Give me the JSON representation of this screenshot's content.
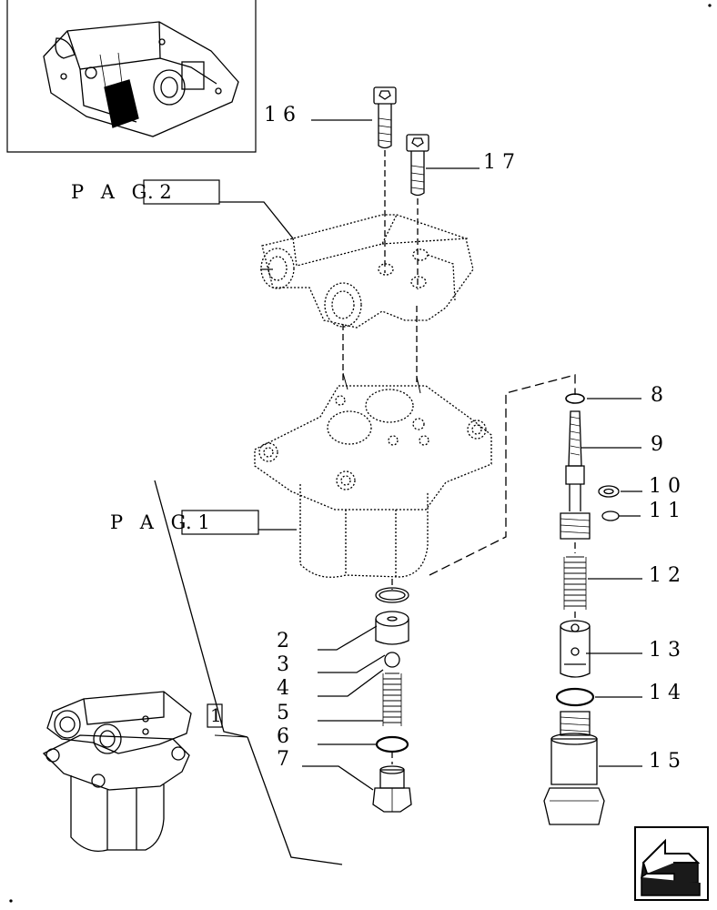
{
  "references": {
    "pag2": {
      "prefix": "P A G",
      "box": ".  2"
    },
    "pag1": {
      "prefix": "P A G",
      "box": ".    1"
    },
    "kit": "1"
  },
  "parts": [
    {
      "id": "2",
      "label": "2"
    },
    {
      "id": "3",
      "label": "3"
    },
    {
      "id": "4",
      "label": "4"
    },
    {
      "id": "5",
      "label": "5"
    },
    {
      "id": "6",
      "label": "6"
    },
    {
      "id": "7",
      "label": "7"
    },
    {
      "id": "8",
      "label": "8"
    },
    {
      "id": "9",
      "label": "9"
    },
    {
      "id": "10",
      "label": "1 0"
    },
    {
      "id": "11",
      "label": "1 1"
    },
    {
      "id": "12",
      "label": "1 2"
    },
    {
      "id": "13",
      "label": "1 3"
    },
    {
      "id": "14",
      "label": "1 4"
    },
    {
      "id": "15",
      "label": "1 5"
    },
    {
      "id": "16",
      "label": "1 6"
    },
    {
      "id": "17",
      "label": "1 7"
    }
  ],
  "navigation": {
    "icon": "back-arrow-icon"
  },
  "colors": {
    "line": "#000000",
    "background": "#ffffff",
    "arrow_fill": "#1a1a1a"
  }
}
